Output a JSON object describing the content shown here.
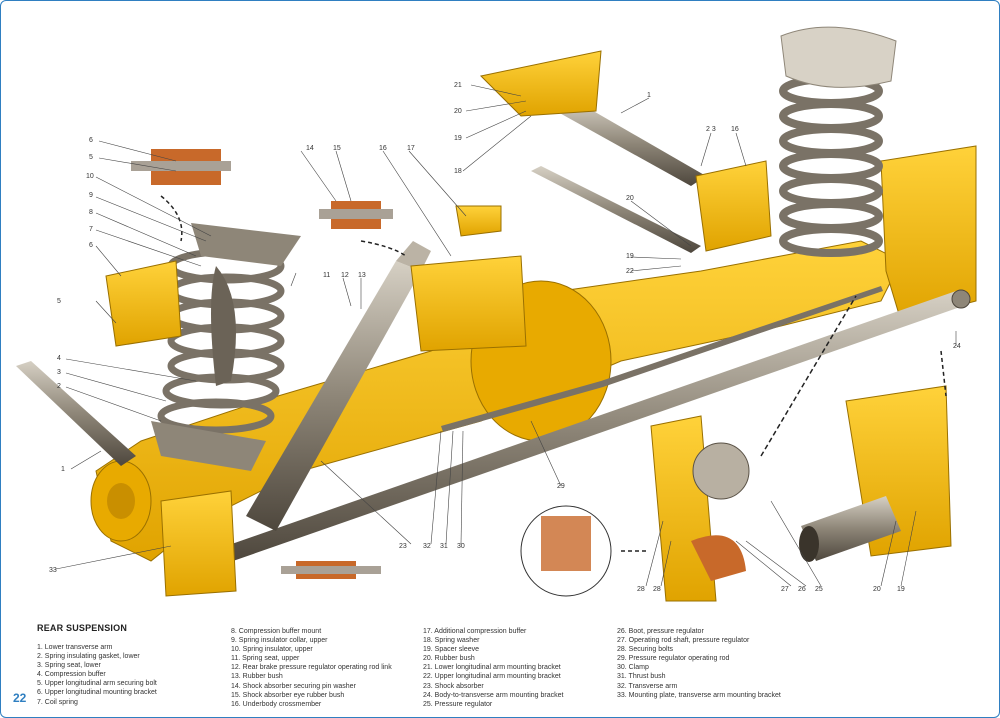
{
  "page_number": "22",
  "legend": {
    "title": "REAR SUSPENSION",
    "columns": [
      [
        "1. Lower transverse arm",
        "2. Spring insulating gasket, lower",
        "3. Spring seat, lower",
        "4. Compression buffer",
        "5. Upper longitudinal arm securing bolt",
        "6. Upper longitudinal mounting bracket",
        "7. Coil spring"
      ],
      [
        "8. Compression buffer mount",
        "9. Spring insulator collar, upper",
        "10. Spring insulator, upper",
        "11. Spring seat, upper",
        "12. Rear brake pressure regulator operating rod link",
        "13. Rubber bush",
        "14. Shock absorber securing pin washer",
        "15. Shock absorber eye rubber bush",
        "16. Underbody crossmember"
      ],
      [
        "17. Additional compression buffer",
        "18. Spring washer",
        "19. Spacer sleeve",
        "20. Rubber bush",
        "21. Lower longitudinal arm mounting bracket",
        "22. Upper longitudinal arm mounting bracket",
        "23. Shock absorber",
        "24. Body-to-transverse arm mounting bracket",
        "25. Pressure regulator"
      ],
      [
        "26. Boot, pressure regulator",
        "27. Operating rod shaft, pressure regulator",
        "28. Securing bolts",
        "29. Pressure regulator operating rod",
        "30. Clamp",
        "31. Thrust bush",
        "32. Transverse arm",
        "33. Mounting plate, transverse arm mounting bracket"
      ]
    ]
  },
  "callouts": [
    "1",
    "2",
    "3",
    "4",
    "5",
    "6",
    "7",
    "8",
    "9",
    "10",
    "11",
    "12",
    "13",
    "14",
    "15",
    "16",
    "17",
    "18",
    "19",
    "20",
    "21",
    "22",
    "23",
    "24",
    "25",
    "26",
    "27",
    "28",
    "29",
    "30",
    "31",
    "32",
    "33",
    "2 3",
    "16",
    "1",
    "20",
    "19",
    "22",
    "26",
    "27",
    "25",
    "28",
    "20",
    "19"
  ],
  "colors": {
    "accent": "#2f7fc1",
    "body": "#f2b705",
    "body_dark": "#c98f00",
    "metal": "#8e8678",
    "rubber": "#c8692a"
  }
}
